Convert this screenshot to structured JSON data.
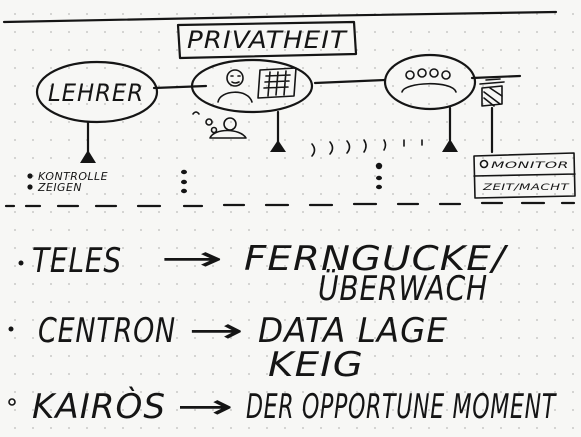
{
  "title": "PRIVATHEIT",
  "nodes": {
    "lehrer": "LEHRER",
    "left_bullets": [
      "KONTROLLE",
      "ZEIGEN"
    ],
    "right_box": [
      "MONITOR",
      "ZEIT/MACHT"
    ]
  },
  "notes": [
    {
      "term": "TELES",
      "arrow": "→",
      "line1": "FERNGUCKE/",
      "line2": "ÜBERWACH"
    },
    {
      "term": "CENTRON",
      "arrow": "→",
      "line1": "DATA LAGE",
      "line2": "KEIG"
    },
    {
      "term": "KAIRÒS",
      "arrow": "→",
      "line1": "DER OPPORTUNE MOMENT",
      "line2": ""
    }
  ]
}
